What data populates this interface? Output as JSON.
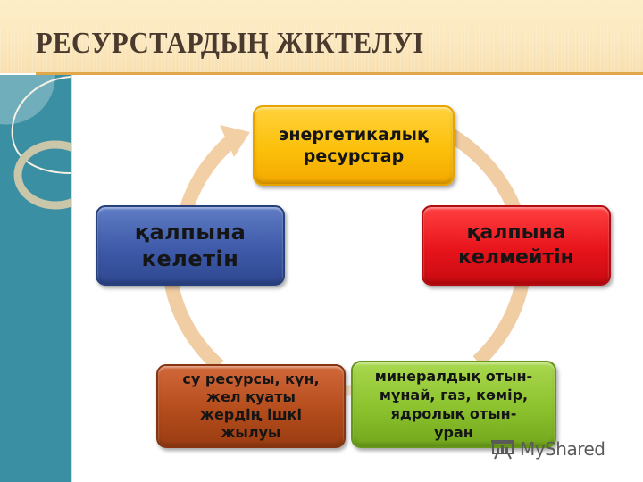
{
  "slide": {
    "title": "РЕСУРСТАРДЫҢ ЖІКТЕЛУІ"
  },
  "diagram": {
    "type": "cycle",
    "arrow_color": "#f1c99b",
    "nodes": [
      {
        "id": "top",
        "lines": [
          "энергетикалық",
          "ресурстар"
        ],
        "color": "#fcc00a"
      },
      {
        "id": "right",
        "lines": [
          "қалпына",
          "келмейтін"
        ],
        "color": "#e8141c"
      },
      {
        "id": "bottom_right",
        "lines": [
          "минералдық отын-",
          "мұнай, газ, көмір,",
          "ядролық отын-",
          "уран"
        ],
        "color": "#8cc22e"
      },
      {
        "id": "bottom_left",
        "lines": [
          "су ресурсы,  күн,",
          "жел қуаты",
          "жердің ішкі",
          "жылуы"
        ],
        "color": "#b44c1c"
      },
      {
        "id": "left",
        "lines": [
          "қалпына",
          "келетін"
        ],
        "color": "#3e5aa9"
      }
    ]
  },
  "watermark": {
    "icon": "presentation-board-icon",
    "text": "MyShared"
  },
  "colors": {
    "header_bg": "#fbe7bd",
    "title_text": "#4a3a2e",
    "title_rule": "#e0a84a",
    "side_panel": "#3b8fa3"
  }
}
